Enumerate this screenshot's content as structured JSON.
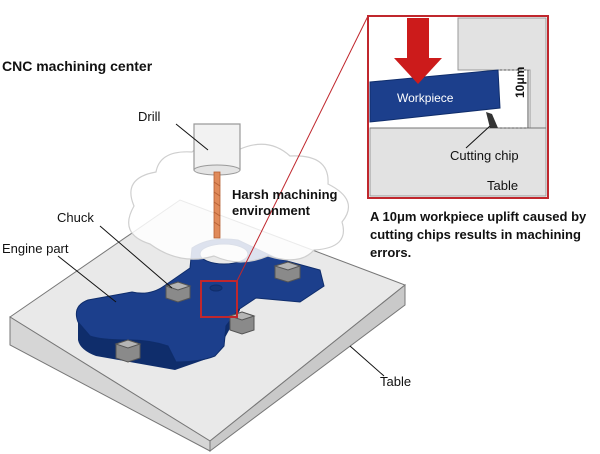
{
  "title": "CNC machining center",
  "labels": {
    "drill": "Drill",
    "harsh_env": "Harsh machining environment",
    "chuck": "Chuck",
    "engine_part": "Engine part",
    "table": "Table"
  },
  "inset": {
    "workpiece": "Workpiece",
    "dimension": "10μm",
    "cutting_chip": "Cutting chip",
    "table": "Table"
  },
  "caption": "A 10μm workpiece uplift caused by cutting chips results in machining errors.",
  "colors": {
    "workpiece": "#1c3f8c",
    "inset_border": "#c0272d",
    "arrow": "#cc1b1b",
    "table_gray": "#e2e2e2"
  }
}
